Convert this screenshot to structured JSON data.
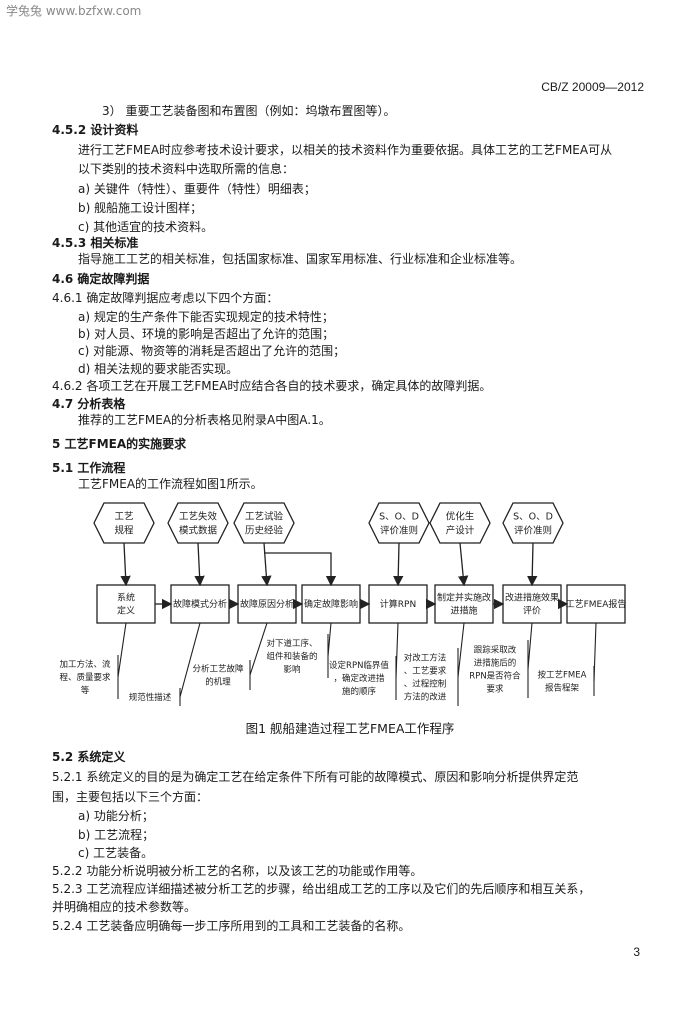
{
  "watermark": "学兔兔 www.bzfxw.com",
  "standard_code": "CB/Z 20009—2012",
  "text_top": [
    "3） 重要工艺装备图和布置图（例如：坞墩布置图等）。",
    "4.5.2 设计资料",
    "进行工艺FMEA时应参考技术设计要求，以相关的技术资料作为重要依据。具体工艺的工艺FMEA可从",
    "以下类别的技术资料中选取所需的信息：",
    "a) 关键件（特性）、重要件（特性）明细表；",
    "b) 舰船施工设计图样；",
    "c) 其他适宜的技术资料。",
    "4.5.3 相关标准",
    "指导施工工艺的相关标准，包括国家标准、国家军用标准、行业标准和企业标准等。",
    "4.6 确定故障判据",
    "4.6.1 确定故障判据应考虑以下四个方面：",
    "a) 规定的生产条件下能否实现规定的技术特性；",
    "b) 对人员、环境的影响是否超出了允许的范围；",
    "c) 对能源、物资等的消耗是否超出了允许的范围；",
    "d) 相关法规的要求能否实现。",
    "4.6.2 各项工艺在开展工艺FMEA时应结合各自的技术要求，确定具体的故障判据。",
    "4.7 分析表格",
    "推荐的工艺FMEA的分析表格见附录A中图A.1。",
    "5 工艺FMEA的实施要求",
    "5.1 工作流程",
    "工艺FMEA的工作流程如图1所示。"
  ],
  "diagram": {
    "hexagons": [
      [
        "工艺",
        "规程"
      ],
      [
        "工艺失效",
        "模式数据"
      ],
      [
        "工艺试验",
        "历史经验"
      ],
      [
        "S、O、D",
        "评价准则"
      ],
      [
        "优化生",
        "产设计"
      ],
      [
        "S、O、D",
        "评价准则"
      ]
    ],
    "process_boxes": [
      [
        "系统",
        "定义"
      ],
      [
        "故障模式分析"
      ],
      [
        "故障原因分析"
      ],
      [
        "确定故障影响"
      ],
      [
        "计算RPN"
      ],
      [
        "制定并实施改",
        "进措施"
      ],
      [
        "改进措施效果",
        "评价"
      ],
      [
        "工艺FMEA报告"
      ]
    ],
    "notes": [
      [
        "加工方法、流",
        "程、质量要求",
        "等"
      ],
      [
        "规范性描述"
      ],
      [
        "分析工艺故障",
        "的机理"
      ],
      [
        "对下道工序、",
        "组件和装备的",
        "影响"
      ],
      [
        "设定RPN临界值",
        "，确定改进措",
        "施的顺序"
      ],
      [
        "对改工方法",
        "、工艺要求",
        "、过程控制",
        "方法的改进"
      ],
      [
        "跟踪采取改",
        "进措施后的",
        "RPN是否符合",
        "要求"
      ],
      [
        "按工艺FMEA",
        "报告程架"
      ]
    ]
  },
  "figure_caption": "图1 舰船建造过程工艺FMEA工作程序",
  "text_bottom": [
    "5.2 系统定义",
    "5.2.1 系统定义的目的是为确定工艺在给定条件下所有可能的故障模式、原因和影响分析提供界定范",
    "围，主要包括以下三个方面：",
    "a) 功能分析；",
    "b) 工艺流程；",
    "c) 工艺装备。",
    "5.2.2 功能分析说明被分析工艺的名称，以及该工艺的功能或作用等。",
    "5.2.3 工艺流程应详细描述被分析工艺的步骤，给出组成工艺的工序以及它们的先后顺序和相互关系，",
    "并明确相应的技术参数等。",
    "5.2.4 工艺装备应明确每一步工序所用到的工具和工艺装备的名称。"
  ],
  "page_number": "3"
}
